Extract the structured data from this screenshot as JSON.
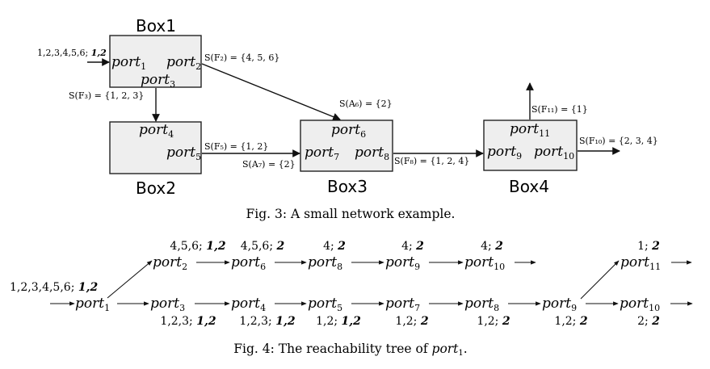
{
  "fig3": {
    "boxes": [
      "Box1",
      "Box2",
      "Box3",
      "Box4"
    ],
    "ports": [
      "port",
      "1",
      "2",
      "3",
      "4",
      "5",
      "6",
      "7",
      "8",
      "9",
      "10",
      "11"
    ],
    "input_label": {
      "plain": "1,2,3,4,5,6; ",
      "bold": "1,2"
    },
    "labels": {
      "sf2": "S(F₂) = {4, 5, 6}",
      "sf3": "S(F₃) = {1, 2, 3}",
      "sa6": "S(A₆) = {2}",
      "sf5": "S(F₅) = {1, 2}",
      "sa7": "S(A₇) = {2}",
      "sf8": "S(F₈) = {1, 2, 4}",
      "sf11": "S(F₁₁) = {1}",
      "sf10": "S(F₁₀) = {2, 3, 4}"
    },
    "caption": "Fig. 3: A small network example."
  },
  "fig4": {
    "root": {
      "plain": "1,2,3,4,5,6; ",
      "bold": "1,2"
    },
    "top_row": [
      {
        "sub": "2",
        "plain": "4,5,6; ",
        "bold": "1,2"
      },
      {
        "sub": "6",
        "plain": "4,5,6; ",
        "bold": "2"
      },
      {
        "sub": "8",
        "plain": "4; ",
        "bold": "2"
      },
      {
        "sub": "9",
        "plain": "4; ",
        "bold": "2"
      },
      {
        "sub": "10",
        "plain": "4; ",
        "bold": "2"
      }
    ],
    "bottom_row": [
      {
        "sub": "3",
        "plain": "1,2,3; ",
        "bold": "1,2"
      },
      {
        "sub": "4",
        "plain": "1,2,3; ",
        "bold": "1,2"
      },
      {
        "sub": "5",
        "plain": "1,2; ",
        "bold": "1,2"
      },
      {
        "sub": "7",
        "plain": "1,2; ",
        "bold": "2"
      },
      {
        "sub": "8",
        "plain": "1,2; ",
        "bold": "2"
      },
      {
        "sub": "9",
        "plain": "1,2; ",
        "bold": "2"
      },
      {
        "sub": "10",
        "plain": "2; ",
        "bold": "2"
      }
    ],
    "branch": {
      "sub": "11",
      "plain": "1; ",
      "bold": "2"
    },
    "caption_prefix": "Fig. 4: The reachability tree of ",
    "caption_var": "port",
    "caption_sub": "1",
    "caption_suffix": "."
  }
}
